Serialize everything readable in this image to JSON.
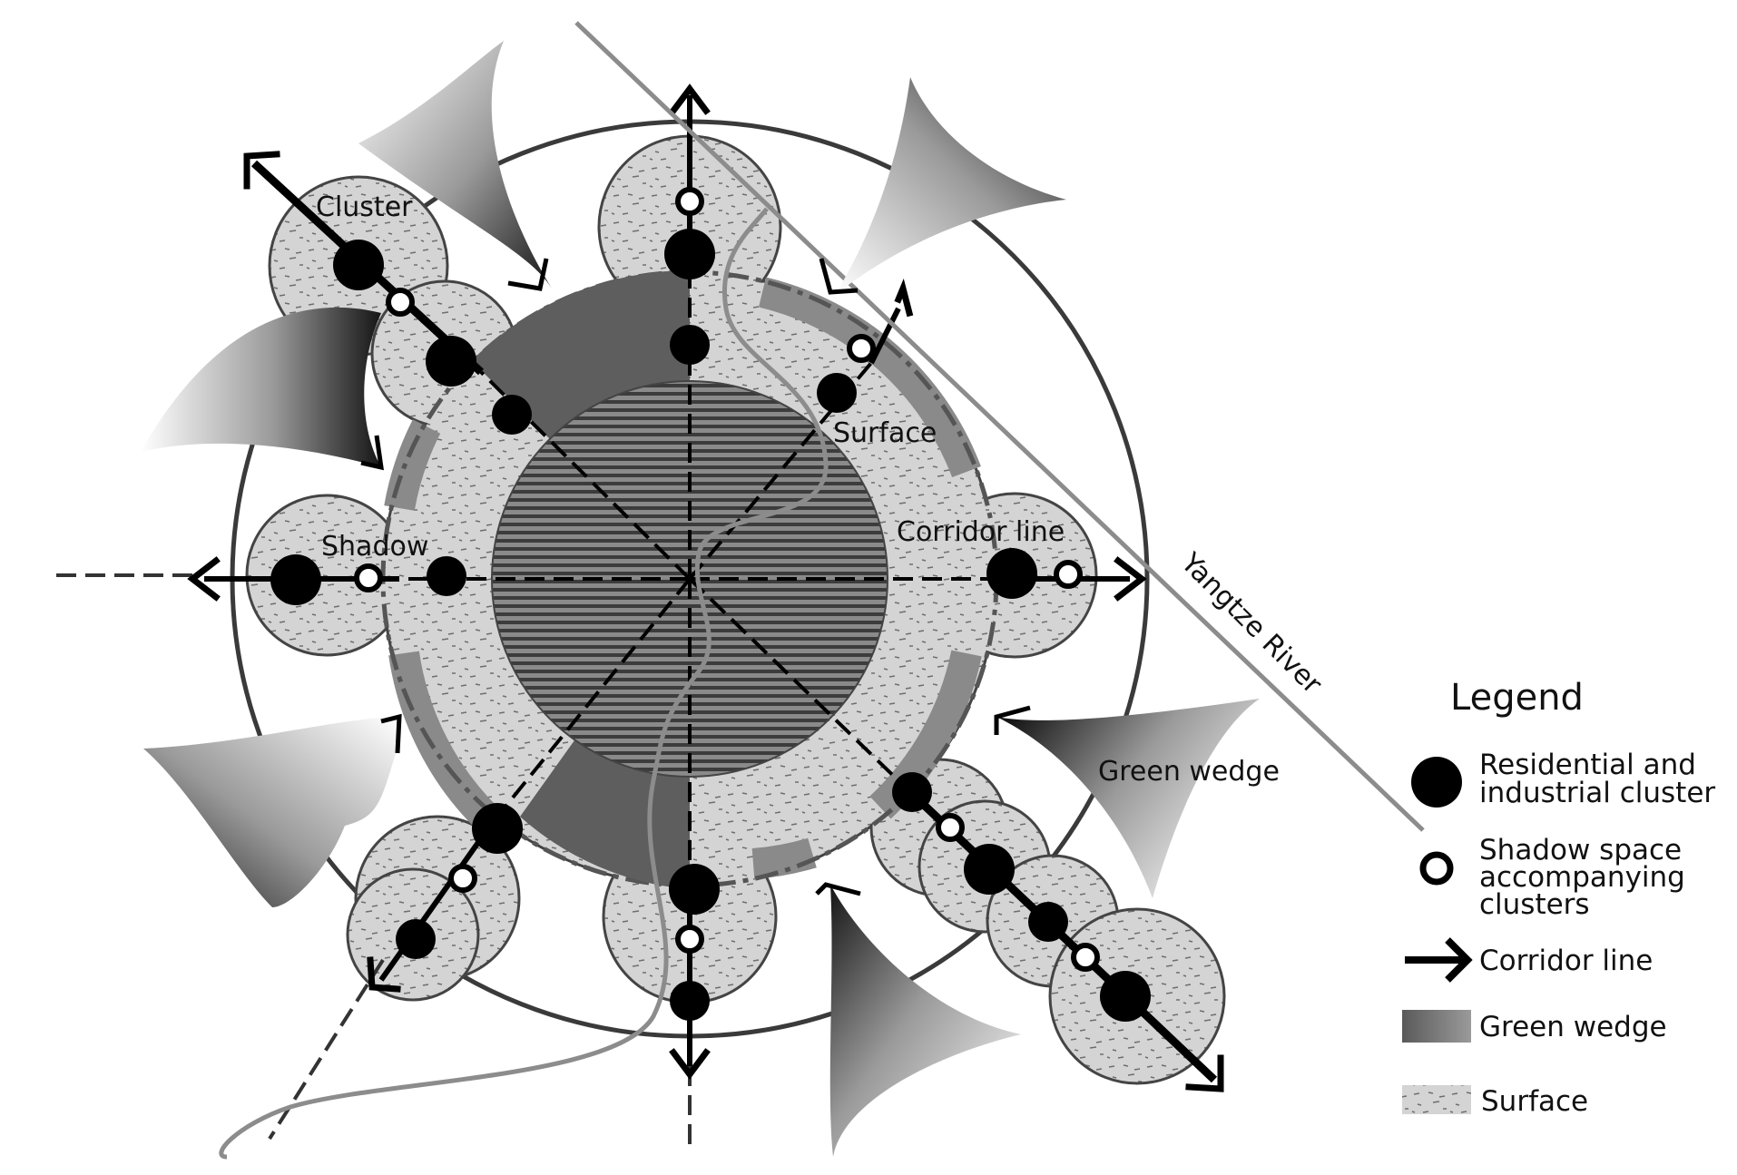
{
  "labels": {
    "cluster": "Cluster",
    "shadow": "Shadow",
    "surface": "Surface",
    "corridor_line": "Corridor line",
    "green_wedge": "Green wedge",
    "river": "Yangtze River"
  },
  "legend": {
    "title": "Legend",
    "items": [
      {
        "symbol": "filled-circle",
        "lines": [
          "Residential and",
          "industrial cluster"
        ]
      },
      {
        "symbol": "open-circle",
        "lines": [
          "Shadow space",
          "accompanying",
          "clusters"
        ]
      },
      {
        "symbol": "arrow",
        "lines": [
          "Corridor line"
        ]
      },
      {
        "symbol": "grey-swatch",
        "lines": [
          "Green wedge"
        ]
      },
      {
        "symbol": "speckled-swatch",
        "lines": [
          "Surface"
        ]
      }
    ]
  },
  "colors": {
    "surface_fill": "#d4d4d4",
    "ring_grey": "#8a8a8a",
    "dark_sector": "#5e5e5e",
    "core_fill": "#6a6a6a",
    "line_dark": "#000000",
    "river_grey": "#8c8c8c"
  }
}
